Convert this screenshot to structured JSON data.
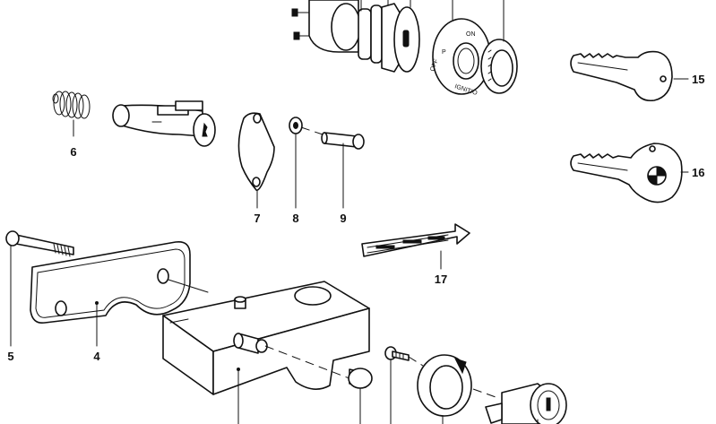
{
  "callouts": [
    {
      "id": "4",
      "label": "4"
    },
    {
      "id": "5",
      "label": "5"
    },
    {
      "id": "6",
      "label": "6"
    },
    {
      "id": "7",
      "label": "7"
    },
    {
      "id": "8",
      "label": "8"
    },
    {
      "id": "9",
      "label": "9"
    },
    {
      "id": "15",
      "label": "15"
    },
    {
      "id": "16",
      "label": "16"
    },
    {
      "id": "17",
      "label": "17"
    }
  ],
  "ignition_ring_markings": {
    "p": "P",
    "on": "ON",
    "off": "OFF",
    "ignition": "IGNITIO"
  },
  "icons": [
    "spring-icon",
    "lock-cylinder-icon",
    "gasket-icon",
    "washer-icon",
    "pin-icon",
    "bolt-icon",
    "mounting-plate-icon",
    "bracket-icon",
    "cap-icon",
    "screw-icon",
    "lock-ring-icon",
    "lock-housing-icon",
    "ignition-switch-icon",
    "ignition-bezel-icon",
    "bezel-nut-icon",
    "key-icon",
    "bmw-key-icon",
    "direction-arrow-icon"
  ]
}
